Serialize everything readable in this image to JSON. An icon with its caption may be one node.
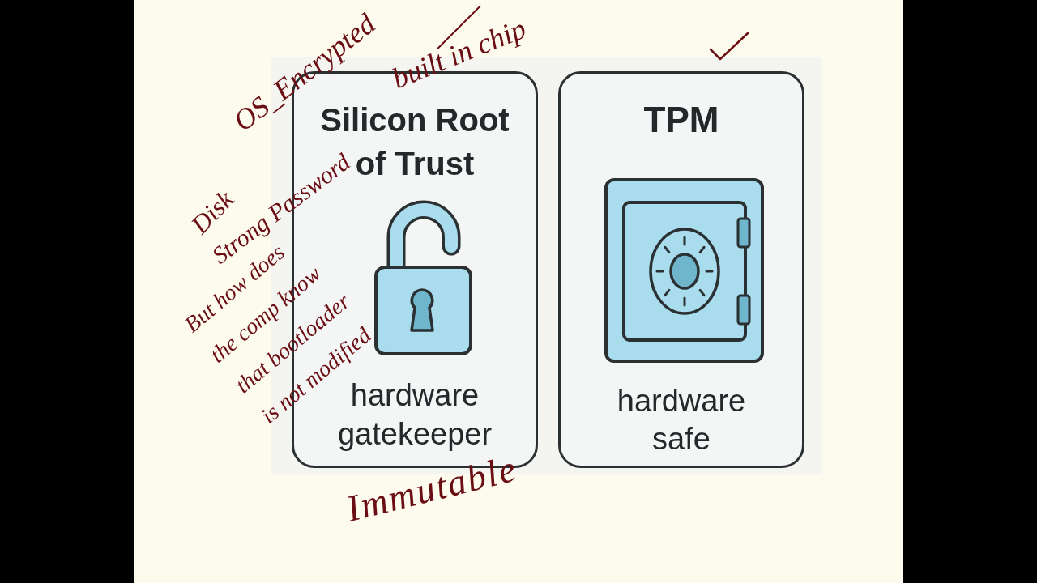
{
  "diagram": {
    "nodes": [
      {
        "text": [
          "Silicon Root of Trust",
          "hardware gatekeeper"
        ]
      },
      {
        "text": [
          "TPM",
          "hardware safe"
        ]
      }
    ],
    "labels": [
      "OS_Encrypted",
      "Disk",
      "Strong Password",
      "But how does the comp know that bootloader is not modified",
      "built in chip",
      "Immutable"
    ]
  }
}
